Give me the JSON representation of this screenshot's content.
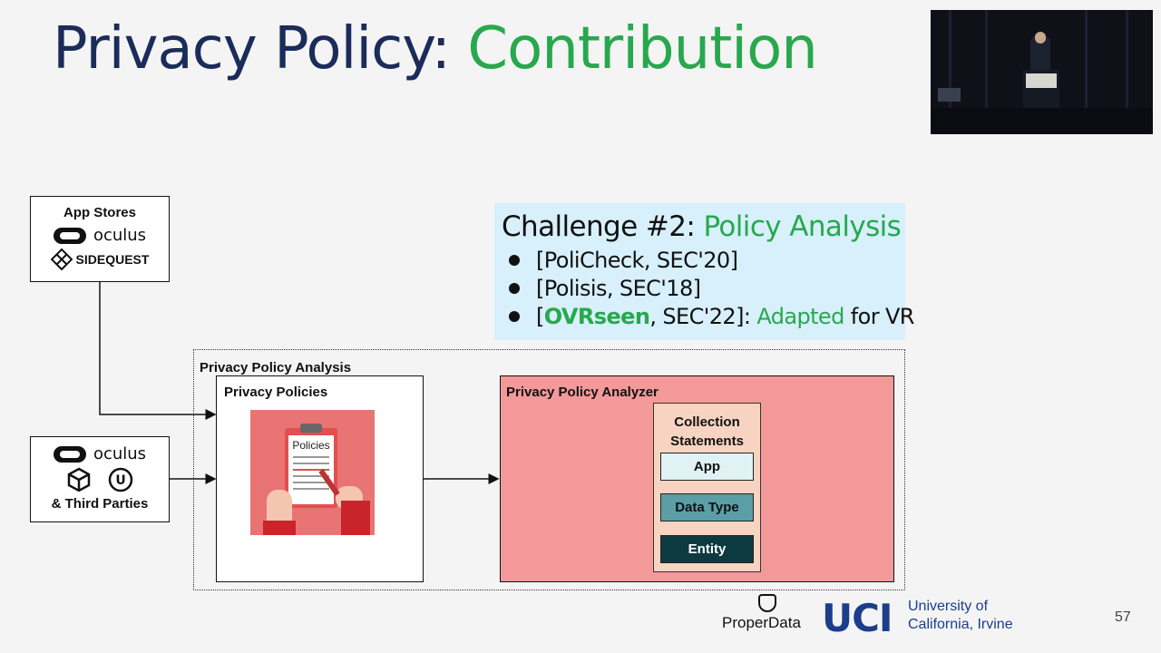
{
  "slide": {
    "title_main": "Privacy Policy: ",
    "title_accent": "Contribution",
    "page_number": "57"
  },
  "video_thumbnail": {
    "description": "presenter-video"
  },
  "app_stores": {
    "title": "App Stores",
    "oculus": "oculus",
    "sidequest": "SIDEQUEST"
  },
  "third_parties": {
    "oculus": "oculus",
    "label": "& Third Parties"
  },
  "challenge": {
    "head_prefix": "Challenge #2: ",
    "head_accent": "Policy Analysis",
    "items": [
      {
        "text": "[PoliCheck, SEC'20]"
      },
      {
        "text": "[Polisis, SEC'18]"
      }
    ],
    "item3": {
      "open": "[",
      "name": "OVRseen",
      "mid": ", SEC'22]: ",
      "adapted": "Adapted",
      "tail": " for VR"
    }
  },
  "analysis": {
    "group_label": "Privacy Policy Analysis",
    "policies_label": "Privacy Policies",
    "policies_doc_label": "Policies",
    "analyzer_label": "Privacy Policy Analyzer",
    "collection_label": "Collection Statements",
    "chips": [
      "App",
      "Data Type",
      "Entity"
    ]
  },
  "footer": {
    "properdata": "ProperData",
    "uci": "UCI",
    "university_line1": "University of",
    "university_line2": "California, Irvine"
  },
  "colors": {
    "title_navy": "#1b2c5a",
    "accent_green": "#28a84e",
    "challenge_bg": "#d7f0fb",
    "analyzer_bg": "#f4999a",
    "chip_app": "#e0f2f4",
    "chip_data_type": "#5b9ea6",
    "chip_entity": "#0d3a40"
  }
}
